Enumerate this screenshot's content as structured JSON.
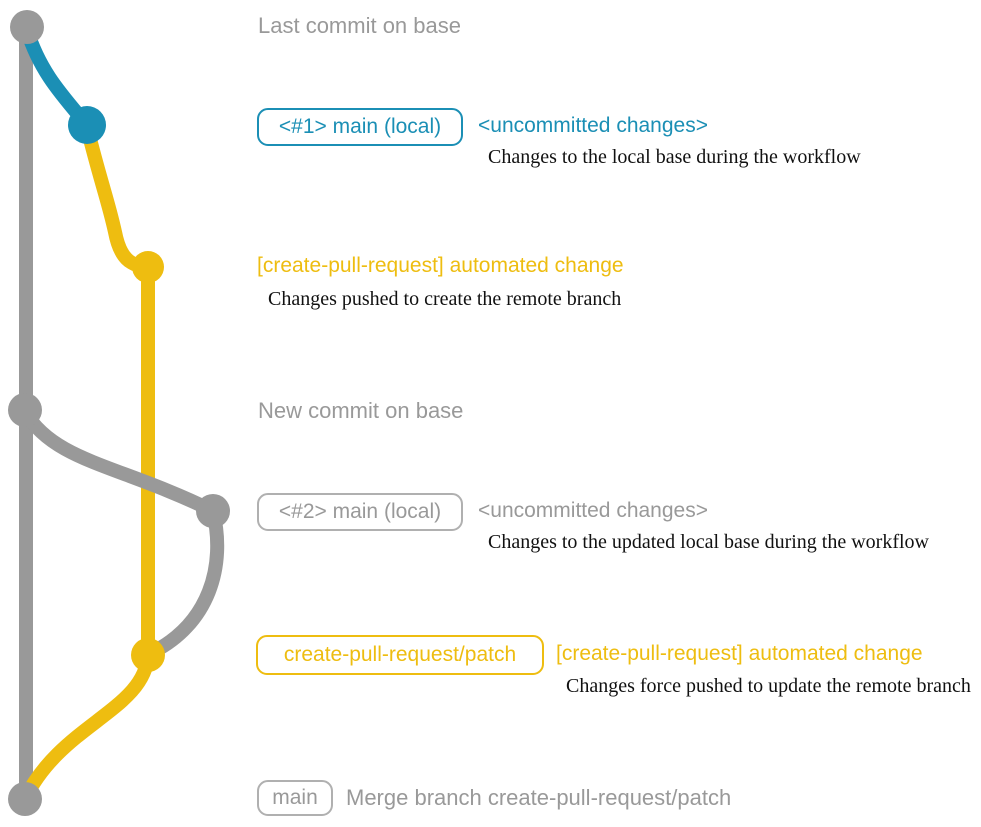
{
  "colors": {
    "gray": "#999999",
    "gray_border": "#b0b0b0",
    "blue": "#1b8fb5",
    "yellow": "#eebd10",
    "note_text": "#111111"
  },
  "graph": {
    "description": "git branch graph",
    "branches": [
      {
        "name": "base",
        "color": "#999999"
      },
      {
        "name": "main (local)",
        "color": "#1b8fb5"
      },
      {
        "name": "create-pull-request/patch",
        "color": "#eebd10"
      }
    ],
    "commit_dots": [
      {
        "id": "base-last-commit",
        "color": "#999999"
      },
      {
        "id": "local-main-uncommitted-1",
        "color": "#1b8fb5"
      },
      {
        "id": "patch-automated-change-1",
        "color": "#eebd10"
      },
      {
        "id": "base-new-commit",
        "color": "#999999"
      },
      {
        "id": "local-main-uncommitted-2",
        "color": "#999999"
      },
      {
        "id": "patch-automated-change-2",
        "color": "#eebd10"
      },
      {
        "id": "merge-commit",
        "color": "#999999"
      }
    ]
  },
  "rows": {
    "last_commit": {
      "label": "Last commit on base"
    },
    "commit1": {
      "branch_tag": "<#1> main (local)",
      "commit_msg": "<uncommitted changes>",
      "note": "Changes to the local base during the workflow"
    },
    "commit2": {
      "commit_msg": "[create-pull-request] automated change",
      "note": "Changes pushed to create the remote branch"
    },
    "new_commit": {
      "label": "New commit on base"
    },
    "commit3": {
      "branch_tag": "<#2> main (local)",
      "commit_msg": "<uncommitted changes>",
      "note": "Changes to the updated local base during the workflow"
    },
    "commit4": {
      "branch_tag": "create-pull-request/patch",
      "commit_msg": "[create-pull-request] automated change",
      "note": "Changes force pushed to update the remote branch"
    },
    "merge_commit": {
      "branch_tag": "main",
      "commit_msg": "Merge branch create-pull-request/patch"
    }
  }
}
